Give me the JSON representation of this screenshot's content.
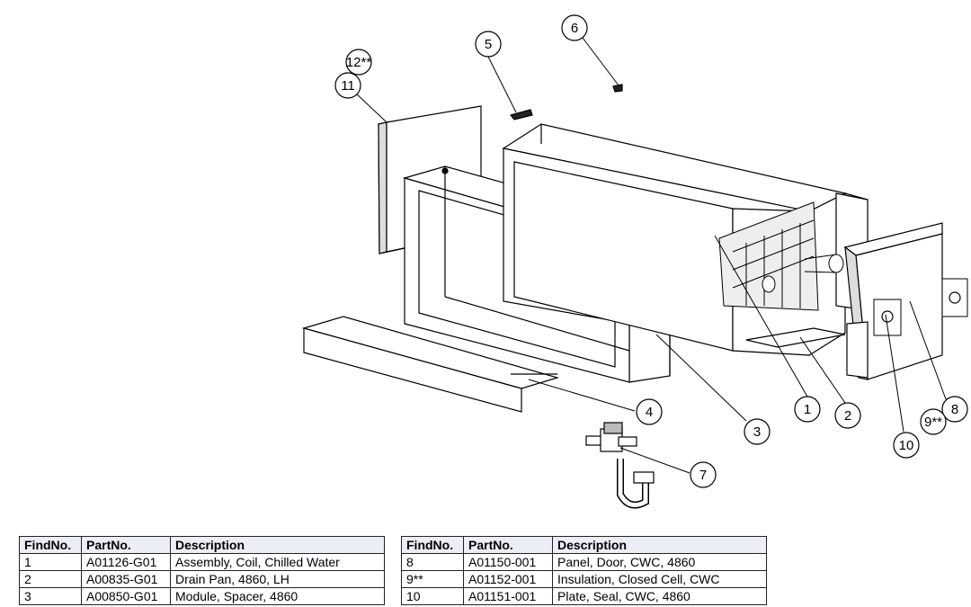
{
  "callouts": [
    "1",
    "2",
    "3",
    "4",
    "5",
    "6",
    "7",
    "8",
    "9**",
    "10",
    "11",
    "12**"
  ],
  "table_left": {
    "headers": [
      "FindNo.",
      "PartNo.",
      "Description"
    ],
    "rows": [
      [
        "1",
        "A01126-G01",
        "Assembly, Coil, Chilled Water"
      ],
      [
        "2",
        "A00835-G01",
        "Drain Pan, 4860, LH"
      ],
      [
        "3",
        "A00850-G01",
        "Module, Spacer, 4860"
      ]
    ]
  },
  "table_right": {
    "headers": [
      "FindNo.",
      "PartNo.",
      "Description"
    ],
    "rows": [
      [
        "8",
        "A01150-001",
        "Panel, Door, CWC, 4860"
      ],
      [
        "9**",
        "A01152-001",
        "Insulation, Closed Cell, CWC"
      ],
      [
        "10",
        "A01151-001",
        "Plate, Seal, CWC, 4860"
      ]
    ]
  }
}
